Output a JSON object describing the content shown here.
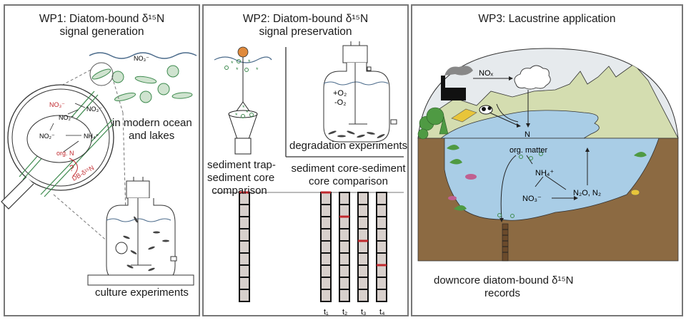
{
  "panels": [
    {
      "title_line1": "WP1: Diatom-bound δ¹⁵N",
      "title_line2": "signal generation",
      "labels": {
        "environment_line1": "in modern ocean",
        "environment_line2": "and lakes",
        "experiment": "culture experiments",
        "nitrate_water": "NO₃⁻"
      },
      "cell_diagram": {
        "no3_ext": "NO₃⁻",
        "no3_in": "NO₃⁻",
        "no2_a": "NO₂⁻",
        "no2_b": "NO₂⁻",
        "nh4": "NH₄⁺",
        "org_n": "org. N",
        "question": "?",
        "db_label": "DB-δ¹⁵N"
      }
    },
    {
      "title_line1": "WP2: Diatom-bound δ¹⁵N",
      "title_line2": "signal preservation",
      "labels": {
        "degradation": "degradation experiments",
        "o2_plus": "+O₂",
        "o2_minus": "-O₂",
        "trap_line1": "sediment trap-",
        "trap_line2": "sediment core",
        "trap_line3": "comparison",
        "core_line1": "sediment core-sediment",
        "core_line2": "core comparison"
      },
      "cores": [
        {
          "label": "",
          "red_segment": 0
        },
        {
          "label": "t₁",
          "red_segment": 0
        },
        {
          "label": "t₂",
          "red_segment": 2
        },
        {
          "label": "t₃",
          "red_segment": 4
        },
        {
          "label": "t₄",
          "red_segment": 6
        }
      ]
    },
    {
      "title": "WP3: Lacustrine application",
      "labels": {
        "nox": "NOₓ",
        "n": "N",
        "org_matter": "org. matter",
        "nh4": "NH₄⁺",
        "no3": "NO₃⁻",
        "n2o_n2": "N₂O, N₂",
        "caption_line1": "downcore diatom-bound δ¹⁵N",
        "caption_line2": "records"
      }
    }
  ],
  "colors": {
    "diatom_green": "#3d8a4e",
    "diatom_fill": "#cfe3cf",
    "red_accent": "#c0282d",
    "water": "#a9cde6",
    "sediment": "#8c6a42",
    "land": "#d4ddb0",
    "sky": "#e6eaed",
    "buoy": "#e08a3c"
  }
}
